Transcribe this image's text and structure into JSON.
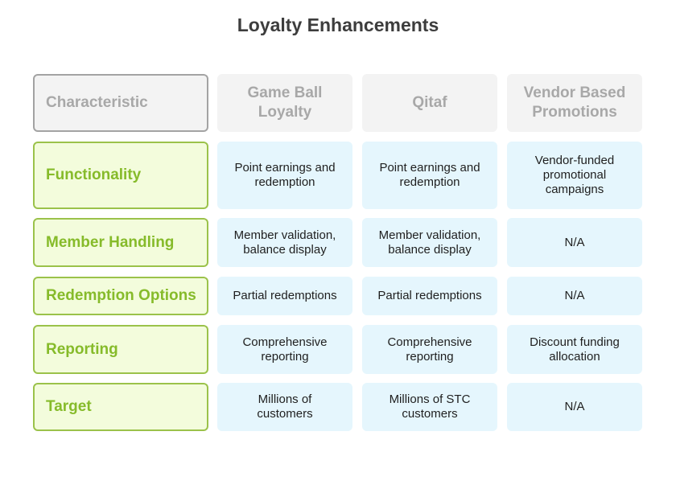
{
  "title": "Loyalty Enhancements",
  "header": {
    "label": "Characteristic",
    "columns": [
      "Game Ball Loyalty",
      "Qitaf",
      "Vendor Based Promotions"
    ]
  },
  "rows": [
    {
      "label": "Functionality",
      "values": [
        "Point earnings and redemption",
        "Point earnings and redemption",
        "Vendor-funded promotional campaigns"
      ]
    },
    {
      "label": "Member Handling",
      "values": [
        "Member validation, balance display",
        "Member validation, balance display",
        "N/A"
      ]
    },
    {
      "label": "Redemption Options",
      "values": [
        "Partial redemptions",
        "Partial redemptions",
        "N/A"
      ]
    },
    {
      "label": "Reporting",
      "values": [
        "Comprehensive reporting",
        "Comprehensive reporting",
        "Discount funding allocation"
      ]
    },
    {
      "label": "Target",
      "values": [
        "Millions of customers",
        "Millions of STC customers",
        "N/A"
      ]
    }
  ],
  "colors": {
    "title": "#3d3d3d",
    "header_bg": "#f3f3f3",
    "header_text": "#a8a8a8",
    "row_label_bg": "#f3fcdc",
    "row_label_border": "#9bc24a",
    "row_label_text": "#86bb2a",
    "data_bg": "#e5f6fd",
    "data_text": "#1f1f1f"
  }
}
